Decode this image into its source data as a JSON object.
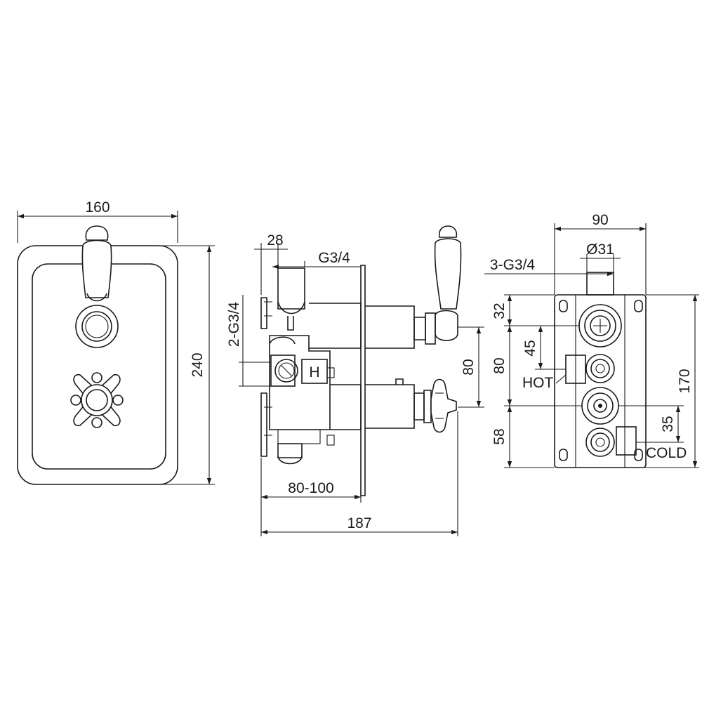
{
  "front_view": {
    "width_label": "160",
    "height_label": "240"
  },
  "side_view": {
    "top_offset_label": "28",
    "top_thread_label": "G3/4",
    "side_thread_label": "2-G3/4",
    "hot_marker": "H",
    "handle_spacing_label": "80",
    "wall_depth_label": "80-100",
    "total_depth_label": "187"
  },
  "rear_view": {
    "width_label": "90",
    "diameter_label": "Ø31",
    "thread_label": "3-G3/4",
    "top_label": "32",
    "port_spacing_label": "80",
    "hot_offset_label": "45",
    "hot_label": "HOT",
    "height_label": "170",
    "bottom_label": "58",
    "cold_offset_label": "35",
    "cold_label": "COLD"
  },
  "colors": {
    "line": "#1a1a1a",
    "background": "#ffffff"
  }
}
